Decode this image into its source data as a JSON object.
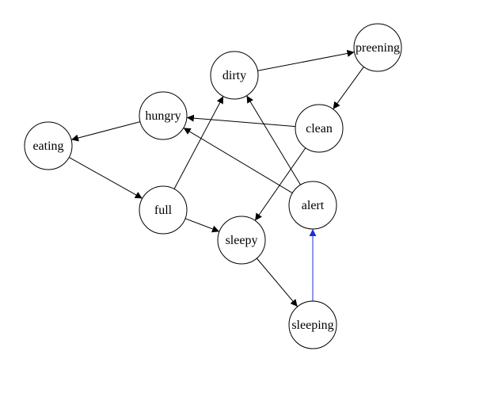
{
  "graph": {
    "colors": {
      "node_stroke": "#000000",
      "edge_default": "#000000",
      "edge_highlight": "#1a2fd6"
    },
    "nodes": [
      {
        "id": "dirty",
        "label": "dirty"
      },
      {
        "id": "preening",
        "label": "preening"
      },
      {
        "id": "hungry",
        "label": "hungry"
      },
      {
        "id": "clean",
        "label": "clean"
      },
      {
        "id": "eating",
        "label": "eating"
      },
      {
        "id": "full",
        "label": "full"
      },
      {
        "id": "alert",
        "label": "alert"
      },
      {
        "id": "sleepy",
        "label": "sleepy"
      },
      {
        "id": "sleeping",
        "label": "sleeping"
      }
    ],
    "edges": [
      {
        "from": "dirty",
        "to": "preening",
        "highlight": false
      },
      {
        "from": "preening",
        "to": "clean",
        "highlight": false
      },
      {
        "from": "clean",
        "to": "hungry",
        "highlight": false
      },
      {
        "from": "clean",
        "to": "sleepy",
        "highlight": false
      },
      {
        "from": "hungry",
        "to": "eating",
        "highlight": false
      },
      {
        "from": "eating",
        "to": "full",
        "highlight": false
      },
      {
        "from": "full",
        "to": "dirty",
        "highlight": false
      },
      {
        "from": "full",
        "to": "sleepy",
        "highlight": false
      },
      {
        "from": "alert",
        "to": "dirty",
        "highlight": false
      },
      {
        "from": "alert",
        "to": "hungry",
        "highlight": false
      },
      {
        "from": "sleepy",
        "to": "sleeping",
        "highlight": false
      },
      {
        "from": "sleeping",
        "to": "alert",
        "highlight": true
      }
    ]
  }
}
